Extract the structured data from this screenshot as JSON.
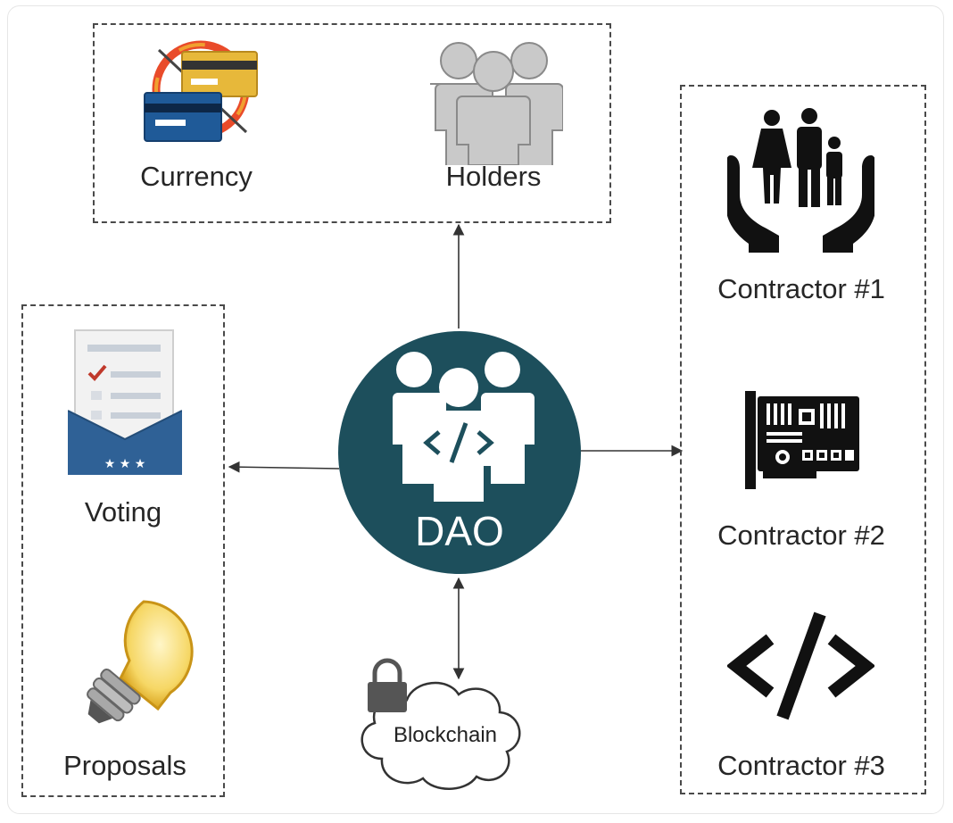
{
  "groups": {
    "top": {
      "currency": "Currency",
      "holders": "Holders"
    },
    "left": {
      "voting": "Voting",
      "proposals": "Proposals"
    },
    "right": {
      "contractor1": "Contractor #1",
      "contractor2": "Contractor #2",
      "contractor3": "Contractor #3"
    }
  },
  "center": {
    "label": "DAO",
    "color": "#1d4f5c"
  },
  "blockchain": {
    "label": "Blockchain"
  },
  "icons": {
    "currency": "currency-cards-icon",
    "holders": "people-group-icon",
    "voting": "ballot-envelope-icon",
    "proposals": "light-bulb-icon",
    "contractor1": "family-hands-icon",
    "contractor2": "circuit-board-icon",
    "contractor3": "code-brackets-icon",
    "blockchain": "lock-icon"
  }
}
